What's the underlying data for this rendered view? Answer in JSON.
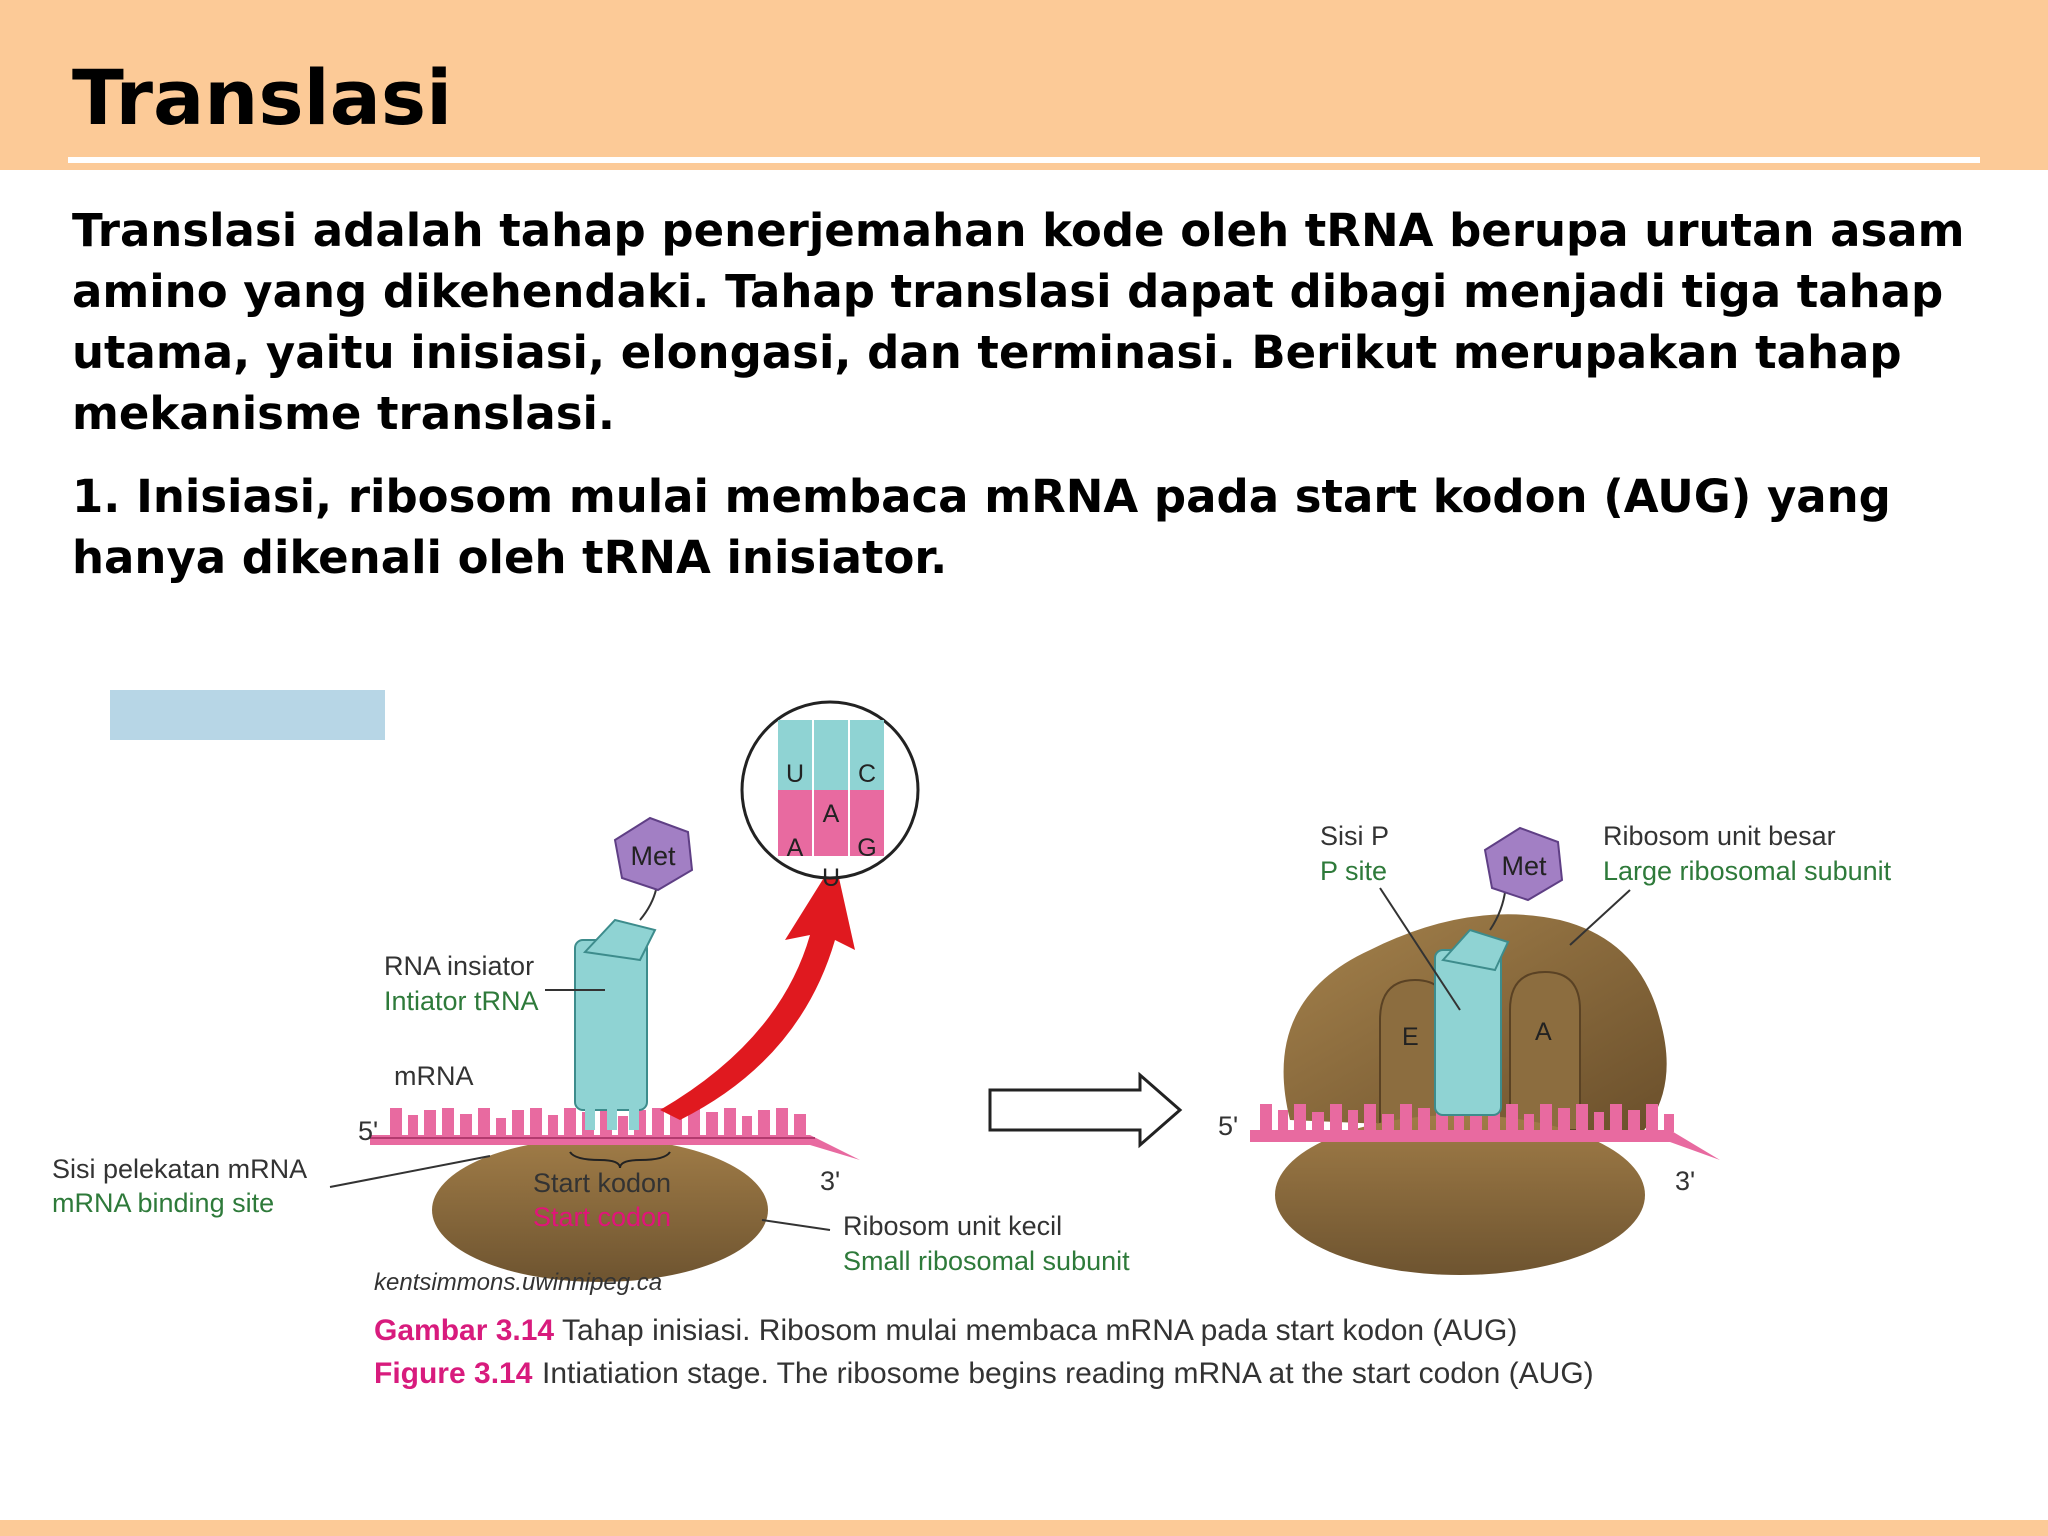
{
  "slide": {
    "title": "Translasi",
    "paragraph1": "Translasi adalah tahap penerjemahan kode oleh tRNA berupa urutan asam amino yang dikehendaki. Tahap translasi dapat dibagi menjadi tiga tahap utama, yaitu inisiasi, elongasi, dan terminasi. Berikut merupakan tahap mekanisme translasi.",
    "paragraph2": "1. Inisiasi, ribosom mulai membaca mRNA pada start kodon (AUG) yang hanya dikenali oleh tRNA inisiator."
  },
  "figure": {
    "left_panel": {
      "met": "Met",
      "trna_label_id": "RNA insiator",
      "trna_label_en": "Intiator tRNA",
      "mrna_label": "mRNA",
      "five_prime": "5'",
      "three_prime": "3'",
      "binding_id": "Sisi pelekatan mRNA",
      "binding_en": "mRNA binding site",
      "start_id": "Start kodon",
      "start_en": "Start codon",
      "small_id": "Ribosom unit kecil",
      "small_en": "Small ribosomal subunit",
      "codon_top": [
        "U",
        "A",
        "C"
      ],
      "codon_bottom": [
        "A",
        "U",
        "G"
      ]
    },
    "right_panel": {
      "met": "Met",
      "psite_id": "Sisi P",
      "psite_en": "P site",
      "large_id": "Ribosom unit besar",
      "large_en": "Large ribosomal subunit",
      "e_site": "E",
      "a_site": "A",
      "five_prime": "5'",
      "three_prime": "3'"
    },
    "source": "kentsimmons.uwinnipeg.ca",
    "caption_id_label": "Gambar 3.14",
    "caption_id_text": "Tahap inisiasi. Ribosom mulai membaca mRNA pada start kodon (AUG)",
    "caption_en_label": "Figure 3.14",
    "caption_en_text": "Intiatiation stage. The ribosome begins reading mRNA at the start codon (AUG)"
  },
  "colors": {
    "header_bg": "#fcca97",
    "ribosome": "#8b6b3d",
    "trna": "#8fd3d3",
    "mrna_pink": "#e86aa0",
    "arrow_red": "#e0191f",
    "met_purple": "#a27fc4"
  }
}
